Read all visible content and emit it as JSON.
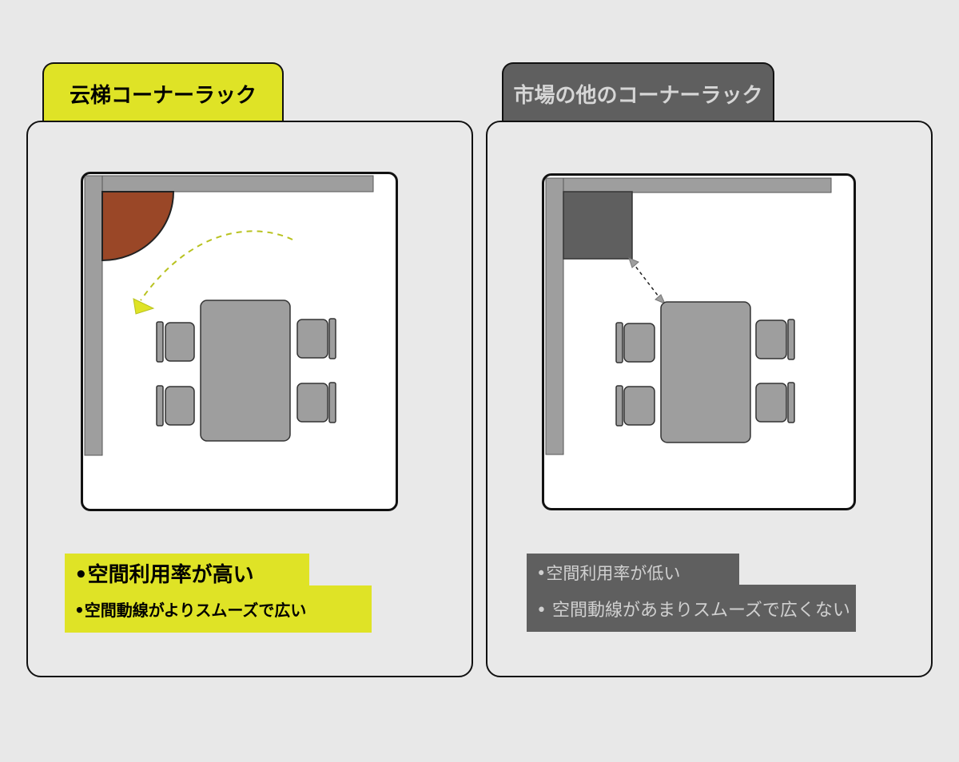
{
  "left": {
    "title": "云梯コーナーラック",
    "bullets": [
      "•空間利用率が高い",
      "•空間動線がよりスムーズで広い"
    ],
    "accent": "#dfe326",
    "rack_color": "#9a4727"
  },
  "right": {
    "title": "市場の他のコーナーラック",
    "bullets": [
      "•空間利用率が低い",
      "• 空間動線があまりスムーズで広くない"
    ],
    "accent": "#5f5f5f",
    "rack_color": "#5f5f5f"
  }
}
